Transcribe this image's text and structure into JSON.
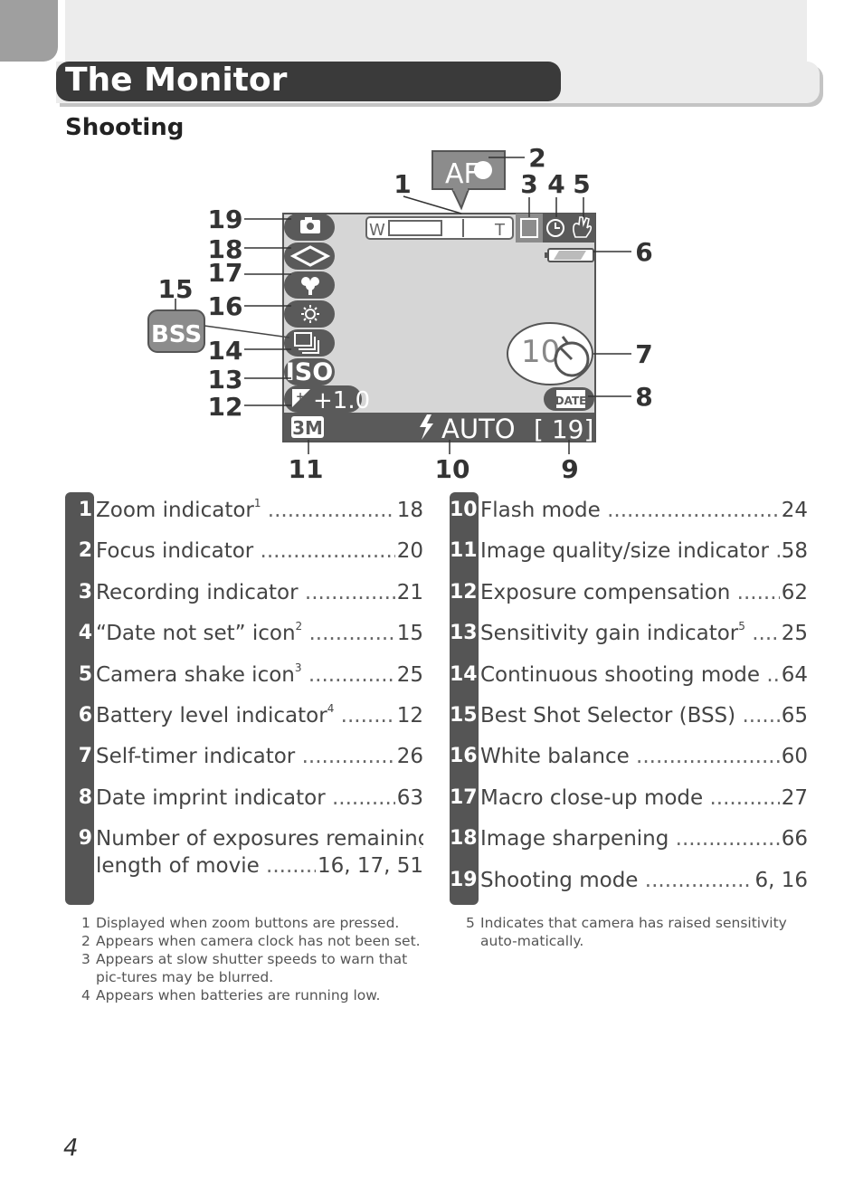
{
  "header": {
    "title": "The Monitor",
    "section": "Shooting"
  },
  "screen": {
    "zoom_w": "W",
    "zoom_t": "T",
    "focus": "AF",
    "iso": "ISO",
    "bss": "BSS",
    "exposure": "+1.0",
    "image_mode": "3M",
    "flash": "AUTO",
    "frames": "[ 19]",
    "timer": "10",
    "date": "DATE"
  },
  "callouts": [
    "1",
    "2",
    "3",
    "4",
    "5",
    "6",
    "7",
    "8",
    "9",
    "10",
    "11",
    "12",
    "13",
    "14",
    "15",
    "16",
    "17",
    "18",
    "19"
  ],
  "legend_left": [
    {
      "num": "1",
      "label": "Zoom indicator",
      "sup": "1",
      "page": "18"
    },
    {
      "num": "2",
      "label": "Focus indicator",
      "sup": "",
      "page": "20"
    },
    {
      "num": "3",
      "label": "Recording indicator",
      "sup": "",
      "page": "21"
    },
    {
      "num": "4",
      "label": "“Date not set” icon",
      "sup": "2",
      "page": "15"
    },
    {
      "num": "5",
      "label": "Camera shake icon",
      "sup": "3",
      "page": "25"
    },
    {
      "num": "6",
      "label": "Battery level indicator",
      "sup": "4",
      "page": "12"
    },
    {
      "num": "7",
      "label": "Self-timer indicator",
      "sup": "",
      "page": "26"
    },
    {
      "num": "8",
      "label": "Date imprint indicator",
      "sup": "",
      "page": "63"
    },
    {
      "num": "9",
      "label": "Number of exposures remaining/",
      "label2": "length of movie",
      "sup": "",
      "page": "16, 17, 51"
    }
  ],
  "legend_right": [
    {
      "num": "10",
      "label": "Flash mode",
      "sup": "",
      "page": "24"
    },
    {
      "num": "11",
      "label": "Image quality/size indicator",
      "sup": "",
      "page": "58"
    },
    {
      "num": "12",
      "label": "Exposure compensation",
      "sup": "",
      "page": "62"
    },
    {
      "num": "13",
      "label": "Sensitivity gain indicator",
      "sup": "5",
      "page": "25"
    },
    {
      "num": "14",
      "label": "Continuous shooting mode",
      "sup": "",
      "page": "64"
    },
    {
      "num": "15",
      "label": "Best Shot Selector (BSS)",
      "sup": "",
      "page": "65"
    },
    {
      "num": "16",
      "label": "White balance",
      "sup": "",
      "page": "60"
    },
    {
      "num": "17",
      "label": "Macro close-up mode",
      "sup": "",
      "page": "27"
    },
    {
      "num": "18",
      "label": "Image sharpening",
      "sup": "",
      "page": "66"
    },
    {
      "num": "19",
      "label": "Shooting mode",
      "sup": "",
      "page": "6, 16"
    }
  ],
  "notes_left": [
    {
      "n": "1",
      "text": "Displayed when zoom buttons are pressed."
    },
    {
      "n": "2",
      "text": "Appears when camera clock has not been set."
    },
    {
      "n": "3",
      "text": "Appears at slow shutter speeds to warn that pic-tures may be blurred."
    },
    {
      "n": "4",
      "text": "Appears when batteries are running low."
    }
  ],
  "notes_right": [
    {
      "n": "5",
      "text": "Indicates that camera has raised sensitivity auto-matically."
    }
  ],
  "page_number": "4"
}
